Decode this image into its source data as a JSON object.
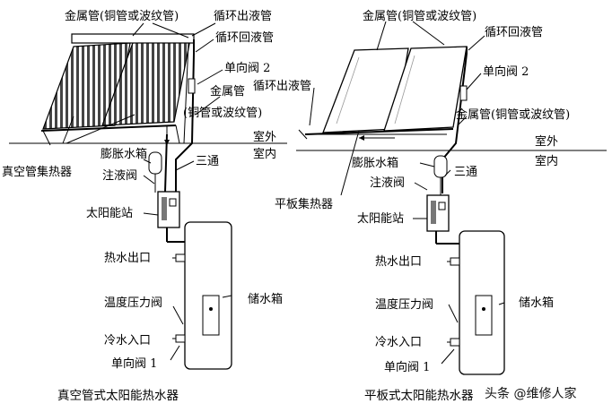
{
  "left": {
    "metal_pipe_top": "金属管(铜管或波纹管)",
    "circ_out": "循环出液管",
    "circ_return": "循环回液管",
    "check_valve_2": "单向阀 2",
    "metal_pipe_mid_1": "金属管",
    "metal_pipe_mid_2": "(铜管或波纹管)",
    "outdoor": "室外",
    "indoor": "室内",
    "expansion_tank": "膨胀水箱",
    "tee": "三通",
    "collector": "真空管集热器",
    "fill_valve": "注液阀",
    "solar_station": "太阳能站",
    "hot_outlet": "热水出口",
    "temp_pressure_valve": "温度压力阀",
    "storage_tank": "储水箱",
    "cold_inlet": "冷水入口",
    "check_valve_1": "单向阀 1",
    "caption": "真空管式太阳能热水器"
  },
  "right": {
    "metal_pipe_top": "金属管(铜管或波纹管)",
    "circ_return": "循环回液管",
    "check_valve_2": "单向阀 2",
    "circ_out": "循环出液管",
    "metal_pipe_mid": "金属管(铜管或波纹管)",
    "outdoor": "室外",
    "indoor": "室内",
    "expansion_tank": "膨胀水箱",
    "tee": "三通",
    "fill_valve": "注液阀",
    "flat_collector": "平板集热器",
    "solar_station": "太阳能站",
    "hot_outlet": "热水出口",
    "temp_pressure_valve": "温度压力阀",
    "storage_tank": "储水箱",
    "cold_inlet": "冷水入口",
    "check_valve_1": "单向阀 1",
    "caption": "平板式太阳能热水器"
  },
  "watermark": "头条 @维修人家"
}
